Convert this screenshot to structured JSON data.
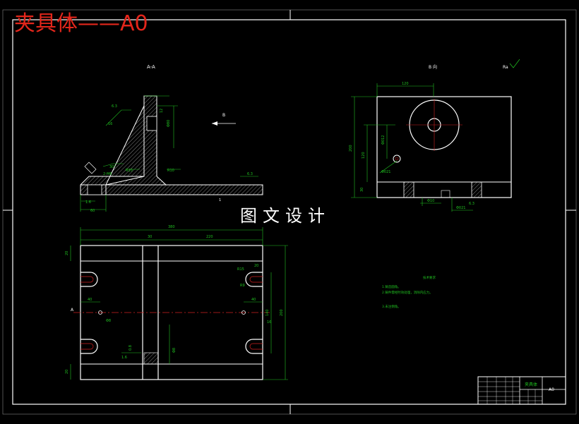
{
  "title": "夹具体——A0",
  "watermark": "图文设计",
  "views": {
    "section_label": "A-A",
    "view_b_label": "B 向",
    "direction_arrow_label": "B",
    "section_marker": "A"
  },
  "dimensions": {
    "front_view": [
      "30°",
      "2-M6",
      "R10",
      "R10",
      "60",
      "12",
      "Φ80",
      "6.3",
      "16",
      "1.6",
      "1.6"
    ],
    "top_view": [
      "380",
      "30",
      "220",
      "20",
      "20",
      "40",
      "40",
      "200",
      "R15",
      "R9",
      "20",
      "16",
      "Φ8",
      "1.6",
      "0.8"
    ],
    "side_view": [
      "120",
      "200",
      "120",
      "30",
      "Φ012",
      "Φ021",
      "Φ10",
      "6.3"
    ]
  },
  "tech_requirements": {
    "heading": "技术要求",
    "items": [
      "1.铸造圆角。",
      "2.铸件需经时效处理，消除内应力。",
      "3.未注倒角。"
    ]
  },
  "title_block": {
    "name": "夹具体",
    "code": "A0"
  },
  "colors": {
    "background": "#000000",
    "outline": "#ffffff",
    "dimension": "#20c020",
    "centerline": "#d02020",
    "title": "#e3261b"
  }
}
